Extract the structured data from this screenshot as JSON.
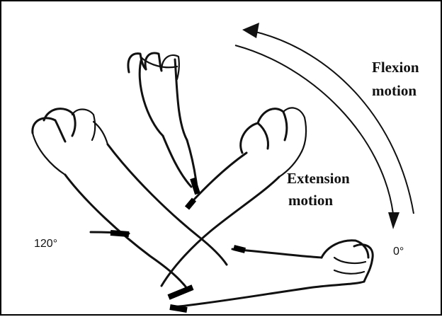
{
  "labels": {
    "flexion_line1": "Flexion",
    "flexion_line2": "motion",
    "extension_line1": "Extension",
    "extension_line2": "motion",
    "angle_start": "120°",
    "angle_end": "0°"
  }
}
